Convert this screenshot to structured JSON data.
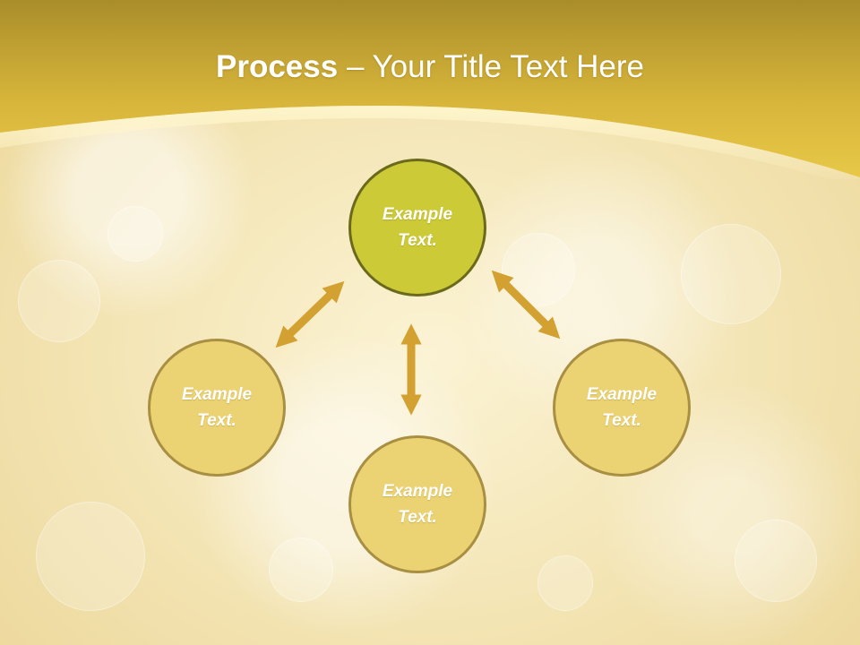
{
  "slide": {
    "title_strong": "Process",
    "title_rest": " – Your Title Text Here"
  },
  "diagram": {
    "nodes": {
      "center": "Example Text.",
      "left": "Example Text.",
      "right": "Example Text.",
      "bottom": "Example Text."
    },
    "colors": {
      "header": "#d9b93a",
      "center_node": "#ccca37",
      "outer_node": "#ebd374",
      "arrow": "#d3a032"
    }
  }
}
